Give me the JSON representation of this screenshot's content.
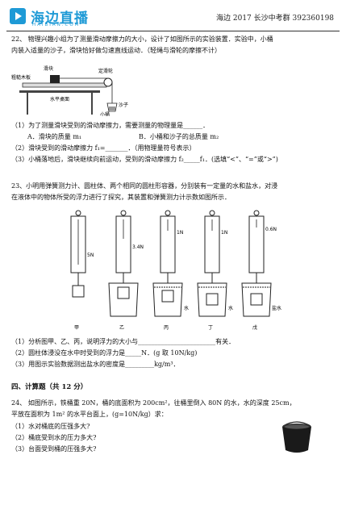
{
  "header": {
    "logo_title": "海边直播",
    "logo_sub": "HAIBIAN.COM",
    "right_text": "海边 2017 长沙中考群  392360198"
  },
  "q22": {
    "line1": "22、  物理兴趣小组为了测量滑动摩擦力的大小，设计了如图所示的实验装置．实验中，小桶",
    "line2": "内装入适量的沙子，滑块恰好做匀速直线运动．（轻绳与滑轮的摩擦不计）",
    "fig_labels": [
      "粗糙木板",
      "滑块",
      "定滑轮",
      "水平桌面",
      "沙子",
      "小桶"
    ],
    "sub1": "（1）为了测量滑块受到的滑动摩擦力，需要测量的物理量是______．",
    "optA": "A．滑块的质量 m₁",
    "optB": "B．小桶和沙子的总质量 m₂",
    "sub2": "（2）滑块受到的滑动摩擦力 f₁=_______．（用物理量符号表示）",
    "sub3": "（3）小桶落地后，滑块继续向前运动，受到的滑动摩擦力 f₂_____f₁．(选填“<”、“=”或“>”)"
  },
  "q23": {
    "line1": "23、小明用弹簧测力计、圆柱体、两个相同的圆柱形容器，分别装有一定量的水和盐水，对浸",
    "line2": "在液体中的物体所受的浮力进行了探究，其装置和弹簧测力计示数如图所示．",
    "readings": [
      "5N",
      "3.4N",
      "1N",
      "1N",
      "0.6N"
    ],
    "liquid_labels": [
      "水",
      "水",
      "盐水"
    ],
    "captions": [
      "甲",
      "乙",
      "丙",
      "丁",
      "戊"
    ],
    "sub1": "（1）分析图甲、乙、丙，说明浮力的大小与________________________有关．",
    "sub2": "（2）圆柱体浸没在水中时受到的浮力是_____N．(g 取 10N/kg)",
    "sub3": "（3）用图示实验数据测出盐水的密度是_________kg/m³．"
  },
  "section4": {
    "heading": "四、计算题（共 12 分）"
  },
  "q24": {
    "line1": "24、  如图所示，铁桶重 20N，桶的底面积为 200cm²，往桶里倒入 80N 的水，水的深度 25cm，",
    "line2": "平放在面积为 1m² 的水平台面上，(g=10N/kg）求：",
    "sub1": "（1）水对桶底的压强多大?",
    "sub2": "（2）桶底受到水的压力多大?",
    "sub3": "（3）台面受到桶的压强多大?"
  }
}
